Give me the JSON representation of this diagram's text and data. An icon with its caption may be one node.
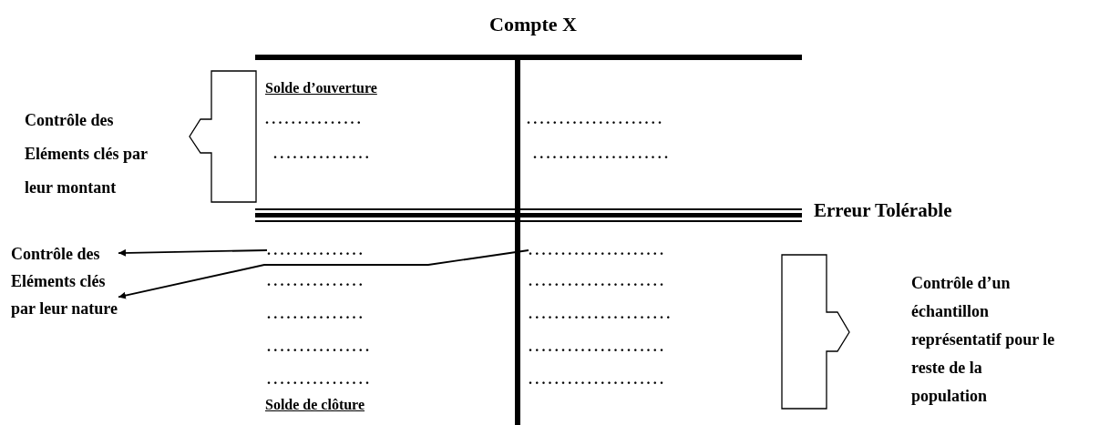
{
  "diagram": {
    "title": "Compte X",
    "nodes": [
      {
        "text": [
          "Contrôle des Eléments clés par leur montant"
        ]
      },
      {
        "text": [
          "Contrôle des Eléments clés par leur nature"
        ]
      },
      {
        "text": [
          "..............."
        ]
      },
      {
        "text": [
          "....................."
        ]
      },
      {
        "text": [
          "Contrôle d’un échantillon représentatif pour le reste de la population"
        ]
      }
    ],
    "edges": [
      {
        "from": 2,
        "to": 1,
        "arrow": "to"
      },
      {
        "from": 3,
        "to": 1,
        "arrow": "to"
      }
    ],
    "labels": [
      "Solde d’ouverture",
      "...............",
      ".....................",
      "...............",
      ".....................",
      "Erreur Tolérable",
      "...............",
      ".....................",
      "...............",
      "......................",
      "................",
      ".....................",
      "................",
      ".....................",
      "Solde de clôture"
    ]
  }
}
